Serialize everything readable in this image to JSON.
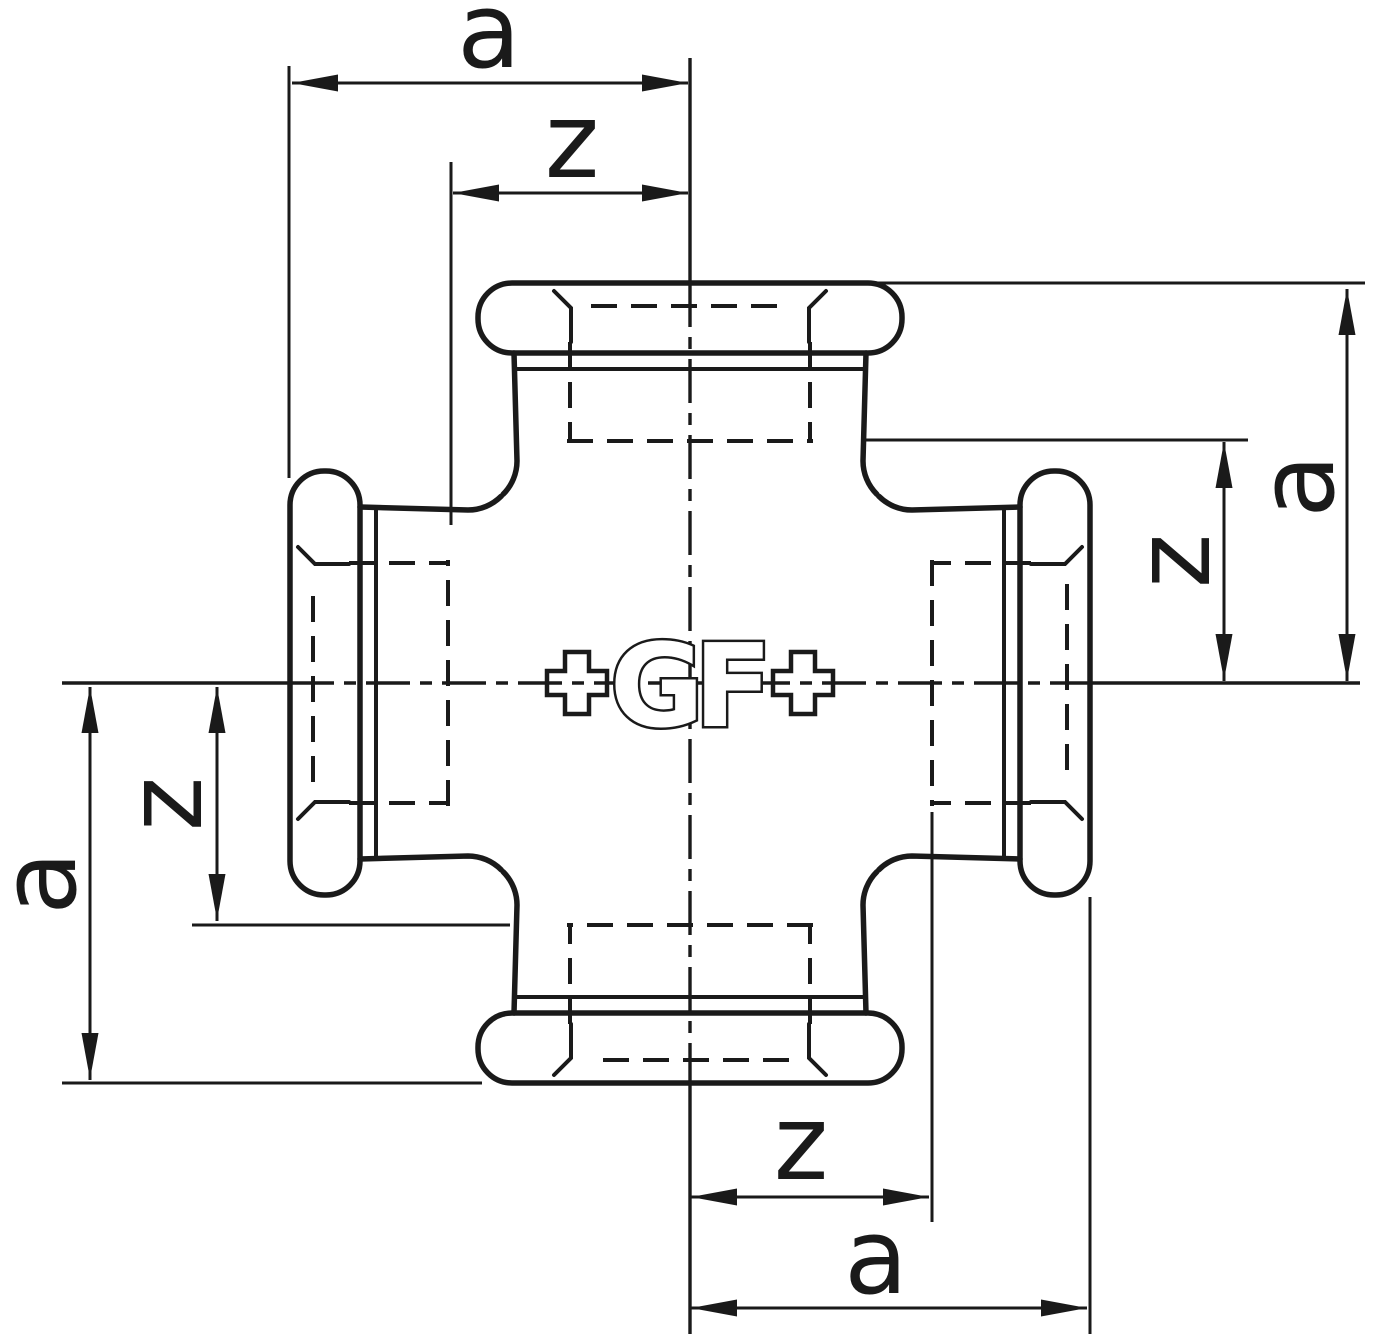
{
  "drawing": {
    "background_color": "#ffffff",
    "line_color": "#1a1a1a",
    "logo": {
      "full_text": "+GF+",
      "letter_g": "G",
      "letter_f": "F"
    },
    "dimensions": {
      "top": {
        "a": "a",
        "z": "z"
      },
      "right": {
        "a": "a",
        "z": "z"
      },
      "bottom": {
        "a": "a",
        "z": "z"
      },
      "left": {
        "a": "a",
        "z": "z"
      }
    }
  }
}
